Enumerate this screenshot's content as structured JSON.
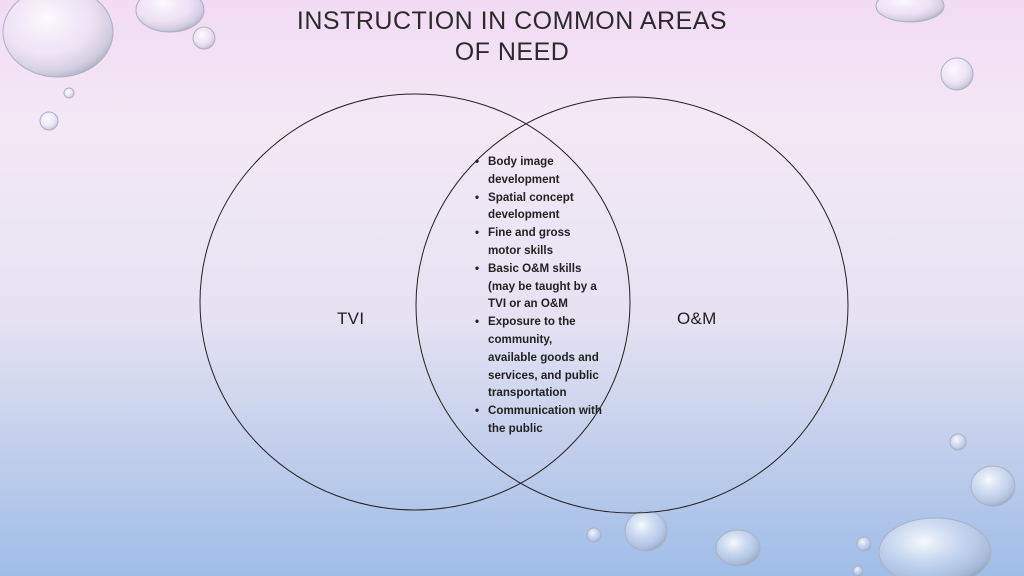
{
  "slide": {
    "title_line1": "INSTRUCTION IN COMMON AREAS",
    "title_line2": "OF NEED"
  },
  "venn": {
    "left_label": "TVI",
    "right_label": "O&M",
    "overlap_items": [
      "Body image development",
      "Spatial concept development",
      "Fine and gross motor skills",
      "Basic O&M skills (may be taught by a TVI or an O&M",
      "Exposure to the community, available goods and services, and public transportation",
      "Communication with the public"
    ]
  },
  "colors": {
    "background_top": "#f2dbf3",
    "background_bottom": "#9fbde6",
    "circle_stroke": "#222222",
    "text": "#222222"
  }
}
